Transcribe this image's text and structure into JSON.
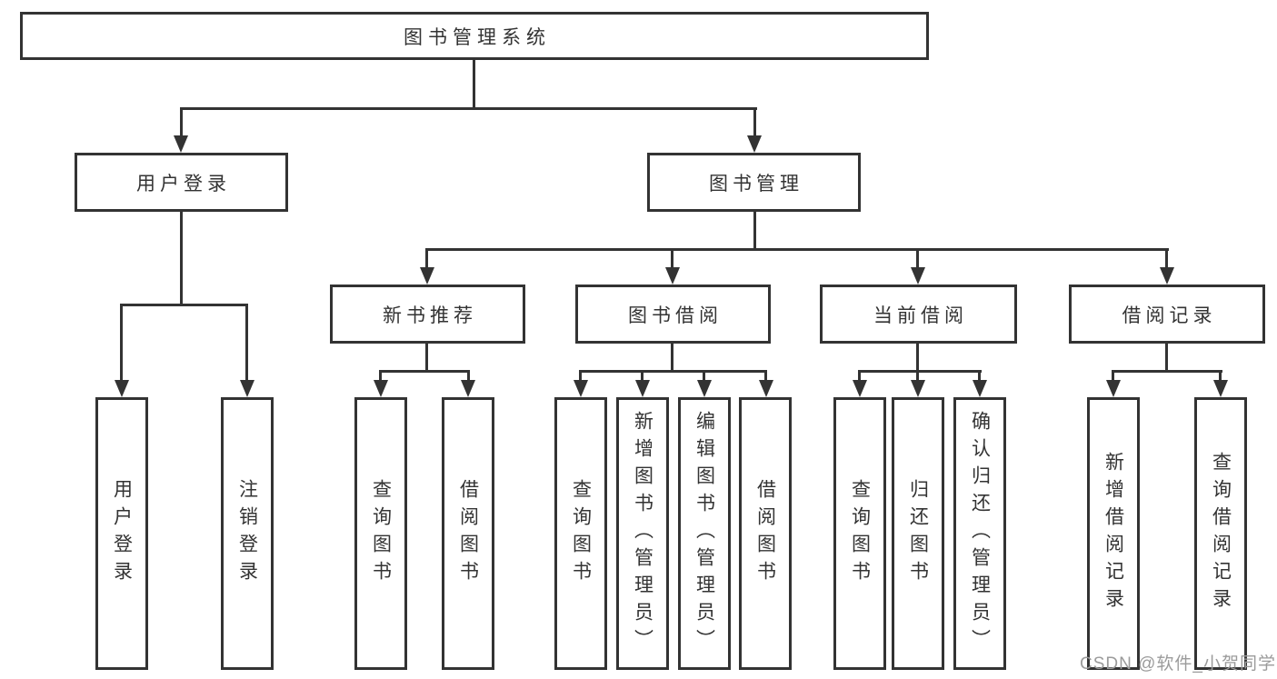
{
  "tree": {
    "label": "图书管理系统",
    "children": [
      {
        "label": "用户登录",
        "children": [
          {
            "label": "用户登录"
          },
          {
            "label": "注销登录"
          }
        ]
      },
      {
        "label": "图书管理",
        "children": [
          {
            "label": "新书推荐",
            "children": [
              {
                "label": "查询图书"
              },
              {
                "label": "借阅图书"
              }
            ]
          },
          {
            "label": "图书借阅",
            "children": [
              {
                "label": "查询图书"
              },
              {
                "label": "新增图书（管理员）"
              },
              {
                "label": "编辑图书（管理员）"
              },
              {
                "label": "借阅图书"
              }
            ]
          },
          {
            "label": "当前借阅",
            "children": [
              {
                "label": "查询图书"
              },
              {
                "label": "归还图书"
              },
              {
                "label": "确认归还（管理员）"
              }
            ]
          },
          {
            "label": "借阅记录",
            "children": [
              {
                "label": "新增借阅记录"
              },
              {
                "label": "查询借阅记录"
              }
            ]
          }
        ]
      }
    ]
  },
  "watermark": {
    "text": "CSDN @软件_小贺同学"
  },
  "colors": {
    "line": "#333333",
    "text": "#333333",
    "watermark": "#9b9b9b",
    "background": "#ffffff"
  }
}
